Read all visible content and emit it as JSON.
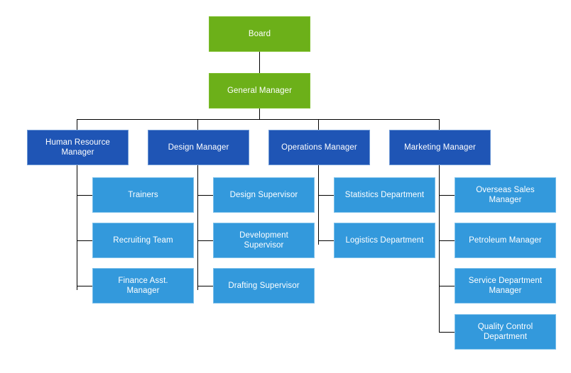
{
  "chart_data": {
    "type": "diagram",
    "diagram_kind": "organizational-chart",
    "title": "",
    "orientation": "top-down",
    "colors": {
      "board": "#6cb019",
      "board_border": "#7cbe2c",
      "manager": "#1f55b5",
      "manager_border": "#6f9ad6",
      "sub": "#3399dc",
      "sub_border": "#7cc0ea",
      "connector": "#000000",
      "text": "#ffffff",
      "background": "#ffffff"
    },
    "levels": [
      "board",
      "executive",
      "manager",
      "sub-department"
    ],
    "nodes": [
      {
        "id": "board",
        "label": "Board",
        "level": "board",
        "parent": null
      },
      {
        "id": "general-manager",
        "label": "General Manager",
        "level": "executive",
        "parent": "board"
      },
      {
        "id": "human-resource-manager",
        "label": "Human Resource\nManager",
        "level": "manager",
        "parent": "general-manager"
      },
      {
        "id": "design-manager",
        "label": "Design Manager",
        "level": "manager",
        "parent": "general-manager"
      },
      {
        "id": "operations-manager",
        "label": "Operations Manager",
        "level": "manager",
        "parent": "general-manager"
      },
      {
        "id": "marketing-manager",
        "label": "Marketing Manager",
        "level": "manager",
        "parent": "general-manager"
      },
      {
        "id": "trainers",
        "label": "Trainers",
        "level": "sub-department",
        "parent": "human-resource-manager"
      },
      {
        "id": "recruiting-team",
        "label": "Recruiting Team",
        "level": "sub-department",
        "parent": "human-resource-manager"
      },
      {
        "id": "finance-asst-manager",
        "label": "Finance Asst.\nManager",
        "level": "sub-department",
        "parent": "human-resource-manager"
      },
      {
        "id": "design-supervisor",
        "label": "Design Supervisor",
        "level": "sub-department",
        "parent": "design-manager"
      },
      {
        "id": "development-supervisor",
        "label": "Development\nSupervisor",
        "level": "sub-department",
        "parent": "design-manager"
      },
      {
        "id": "drafting-supervisor",
        "label": "Drafting Supervisor",
        "level": "sub-department",
        "parent": "design-manager"
      },
      {
        "id": "statistics-department",
        "label": "Statistics Department",
        "level": "sub-department",
        "parent": "operations-manager"
      },
      {
        "id": "logistics-department",
        "label": "Logistics Department",
        "level": "sub-department",
        "parent": "operations-manager"
      },
      {
        "id": "overseas-sales-manager",
        "label": "Overseas Sales\nManager",
        "level": "sub-department",
        "parent": "marketing-manager"
      },
      {
        "id": "petroleum-manager",
        "label": "Petroleum Manager",
        "level": "sub-department",
        "parent": "marketing-manager"
      },
      {
        "id": "service-department-manager",
        "label": "Service Department\nManager",
        "level": "sub-department",
        "parent": "marketing-manager"
      },
      {
        "id": "quality-control-department",
        "label": "Quality Control\nDepartment",
        "level": "sub-department",
        "parent": "marketing-manager"
      }
    ]
  },
  "nodes": {
    "board": {
      "label": "Board"
    },
    "general_manager": {
      "label": "General Manager"
    },
    "human_resource_manager": {
      "label": "Human Resource\nManager"
    },
    "design_manager": {
      "label": "Design Manager"
    },
    "operations_manager": {
      "label": "Operations Manager"
    },
    "marketing_manager": {
      "label": "Marketing Manager"
    },
    "trainers": {
      "label": "Trainers"
    },
    "recruiting_team": {
      "label": "Recruiting Team"
    },
    "finance_asst_manager": {
      "label": "Finance Asst.\nManager"
    },
    "design_supervisor": {
      "label": "Design Supervisor"
    },
    "development_supervisor": {
      "label": "Development\nSupervisor"
    },
    "drafting_supervisor": {
      "label": "Drafting Supervisor"
    },
    "statistics_department": {
      "label": "Statistics Department"
    },
    "logistics_department": {
      "label": "Logistics Department"
    },
    "overseas_sales_manager": {
      "label": "Overseas Sales\nManager"
    },
    "petroleum_manager": {
      "label": "Petroleum Manager"
    },
    "service_department_manager": {
      "label": "Service Department\nManager"
    },
    "quality_control_department": {
      "label": "Quality Control\nDepartment"
    }
  }
}
